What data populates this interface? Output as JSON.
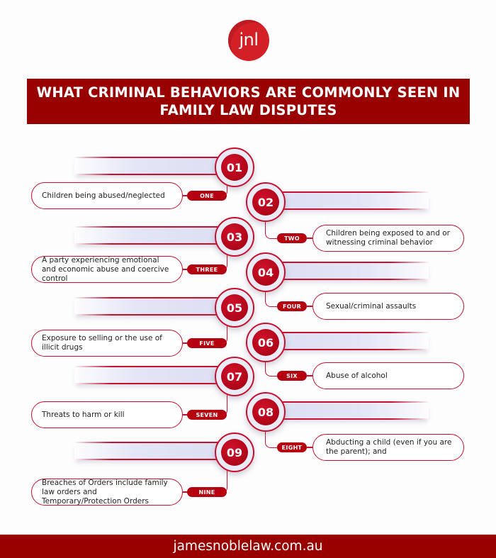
{
  "logo": {
    "text": "jnl",
    "color": "#d32027"
  },
  "title": "WHAT CRIMINAL BEHAVIORS ARE COMMONLY SEEN IN FAMILY LAW DISPUTES",
  "colors": {
    "banner": "#990000",
    "accent": "#c8102e",
    "tag": "#b5000f",
    "bar": "#e4e6f6"
  },
  "items": [
    {
      "number": "01",
      "tag": "ONE",
      "text": "Children being abused/neglected",
      "side": "left"
    },
    {
      "number": "02",
      "tag": "TWO",
      "text": "Children being exposed to and or witnessing criminal behavior",
      "side": "right"
    },
    {
      "number": "03",
      "tag": "THREE",
      "text": "A party experiencing emotional and economic abuse and coercive control",
      "side": "left"
    },
    {
      "number": "04",
      "tag": "FOUR",
      "text": "Sexual/criminal assaults",
      "side": "right"
    },
    {
      "number": "05",
      "tag": "FIVE",
      "text": "Exposure to selling or the use of illicit drugs",
      "side": "left"
    },
    {
      "number": "06",
      "tag": "SIX",
      "text": "Abuse of alcohol",
      "side": "right"
    },
    {
      "number": "07",
      "tag": "SEVEN",
      "text": "Threats to harm or kill",
      "side": "left"
    },
    {
      "number": "08",
      "tag": "EIGHT",
      "text": "Abducting a child (even if you are the parent); and",
      "side": "right"
    },
    {
      "number": "09",
      "tag": "NINE",
      "text": "Breaches of Orders include family law orders and Temporary/Protection Orders",
      "side": "left"
    }
  ],
  "footer": {
    "website": "jamesnoblelaw.com.au"
  }
}
